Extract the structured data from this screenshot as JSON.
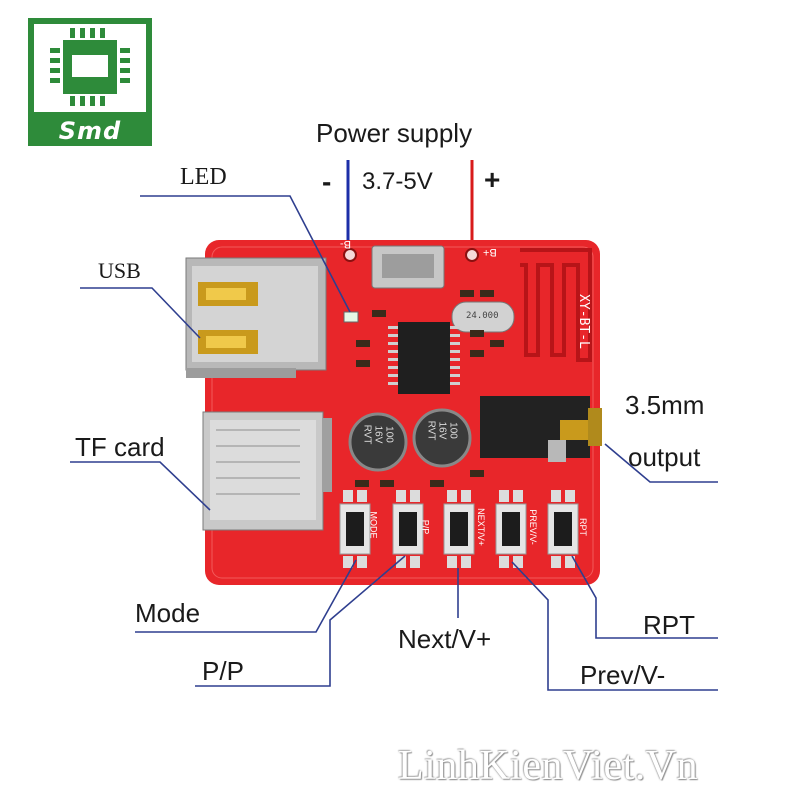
{
  "logo": {
    "text": "Smd"
  },
  "power": {
    "title": "Power supply",
    "minus": "-",
    "voltage": "3.7-5V",
    "plus": "+"
  },
  "board": {
    "silk_model": "XY-BT-L",
    "silk_minus": "B-",
    "silk_plus": "B+",
    "crystal": "24.000",
    "cap1": [
      "100",
      "16V",
      "RVT"
    ],
    "cap2": [
      "100",
      "16V",
      "RVT"
    ],
    "btn_silk": [
      "MODE",
      "P/P",
      "NEXT/V+",
      "PREV/V-",
      "RPT"
    ]
  },
  "labels": {
    "led": "LED",
    "usb": "USB",
    "tf": "TF card",
    "output1": "3.5mm",
    "output2": "output",
    "mode": "Mode",
    "pp": "P/P",
    "next": "Next/V+",
    "rpt": "RPT",
    "prev": "Prev/V-"
  },
  "watermark": "LinhKienViet.Vn",
  "colors": {
    "board": "#e8262a",
    "logo": "#2e8b3a",
    "leader": "#2f3f8f",
    "wire_neg": "#1c2fa8",
    "wire_pos": "#d81b1b"
  }
}
